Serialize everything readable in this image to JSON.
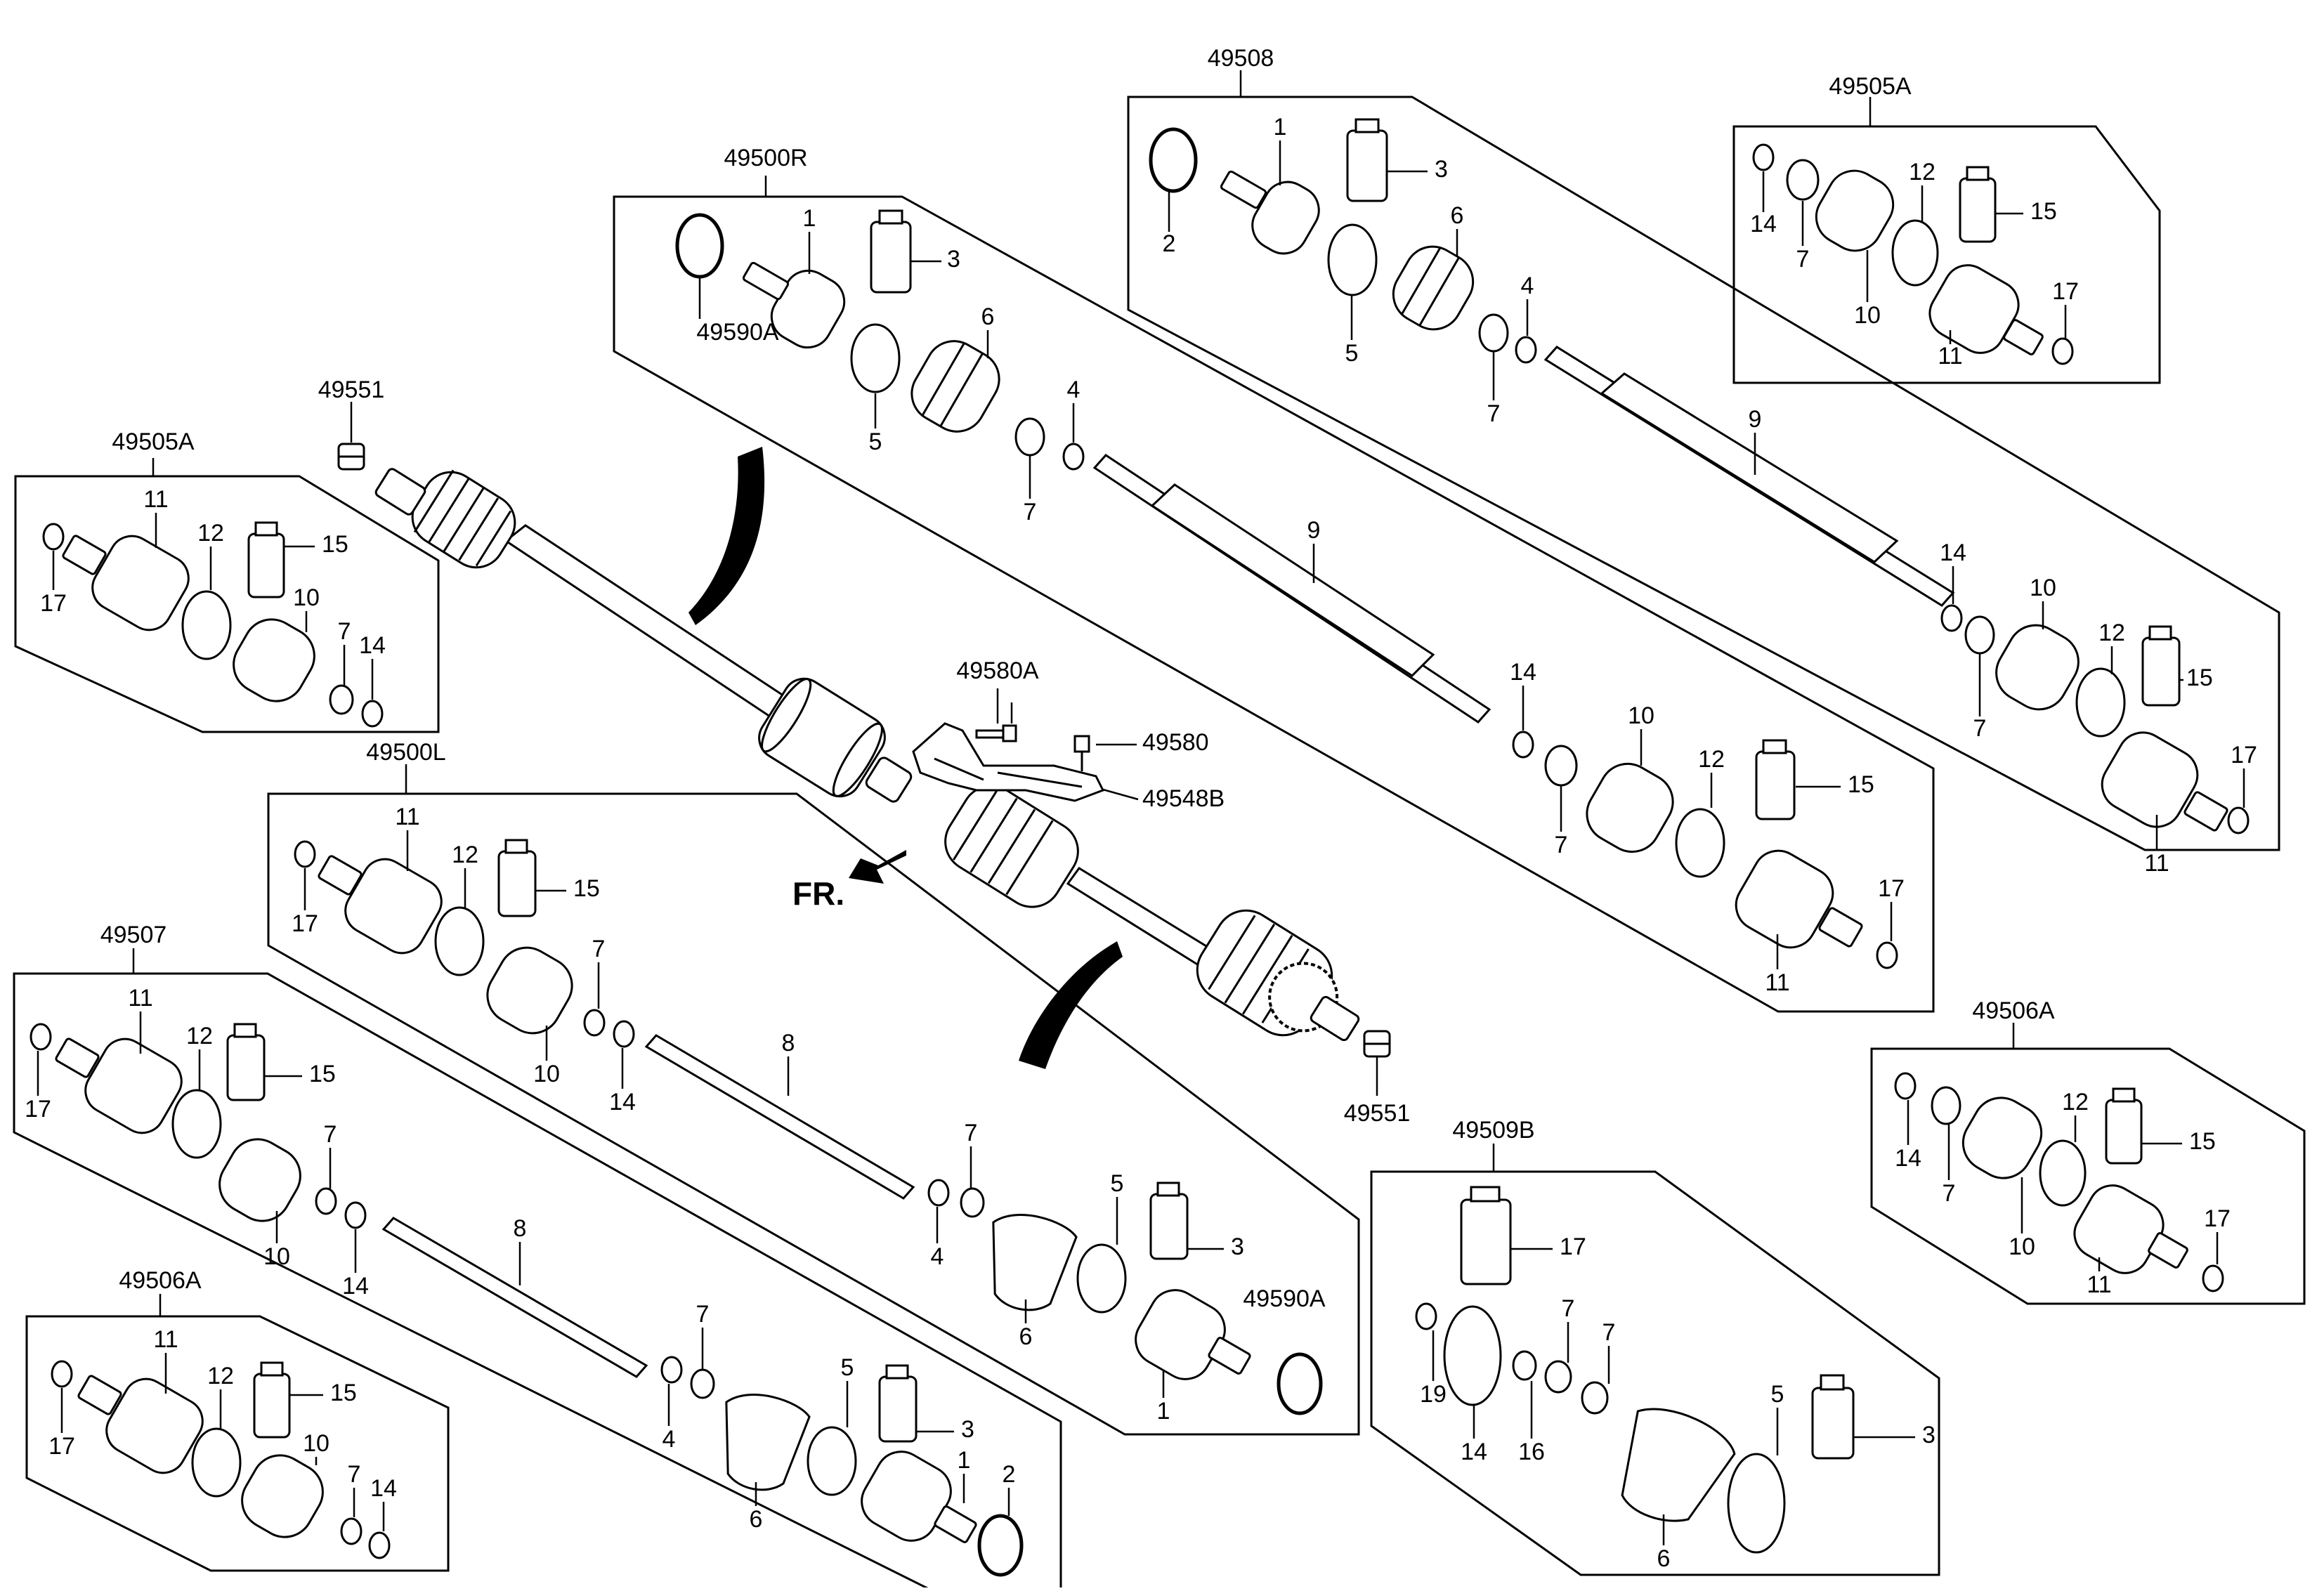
{
  "diagram": {
    "direction_label": "FR.",
    "group_labels": {
      "g49508": "49508",
      "g49505A_top": "49505A",
      "g49500R": "49500R",
      "g49551_top": "49551",
      "g49505A_left": "49505A",
      "g49580A": "49580A",
      "g49580": "49580",
      "g49548B": "49548B",
      "g49500L": "49500L",
      "g49507": "49507",
      "g49551_bottom": "49551",
      "g49506A_right": "49506A",
      "g49509B": "49509B",
      "g49506A_left": "49506A",
      "g49590A_r": "49590A",
      "g49590A_l": "49590A"
    },
    "part_numbers": {
      "n1": "1",
      "n2": "2",
      "n3": "3",
      "n4": "4",
      "n5": "5",
      "n6": "6",
      "n7": "7",
      "n8": "8",
      "n9": "9",
      "n10": "10",
      "n11": "11",
      "n12": "12",
      "n14": "14",
      "n15": "15",
      "n16": "16",
      "n17": "17",
      "n19": "19"
    }
  }
}
